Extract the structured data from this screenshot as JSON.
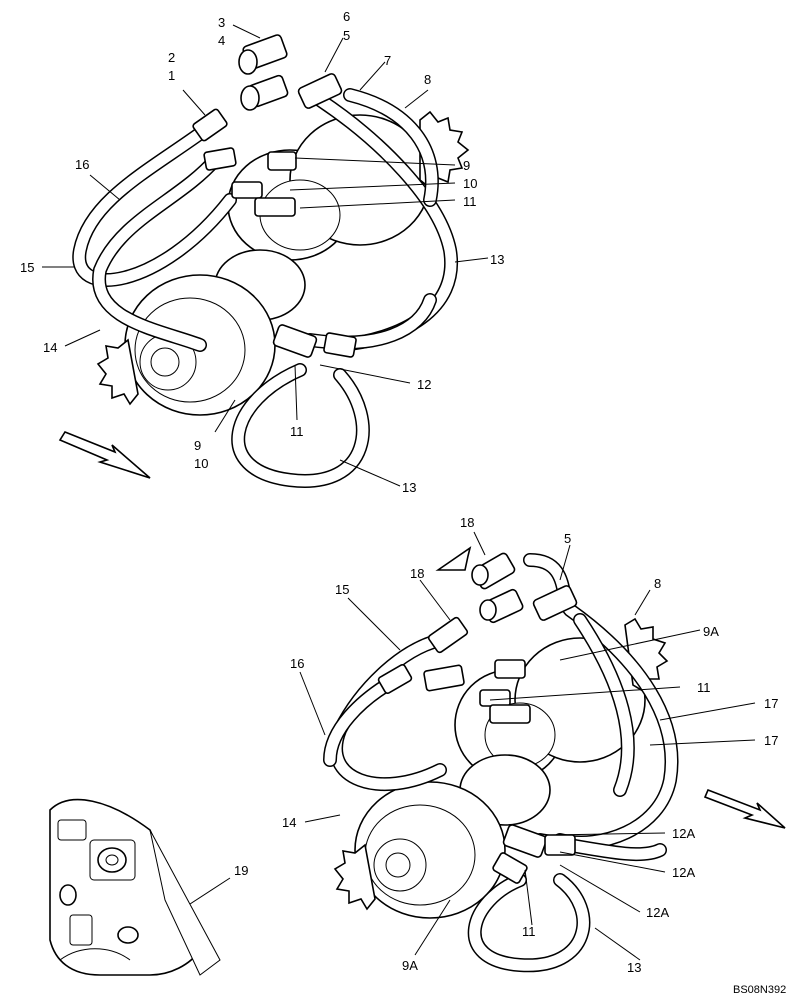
{
  "callouts": {
    "c1": "1",
    "c2": "2",
    "c3": "3",
    "c4": "4",
    "c5": "5",
    "c6": "6",
    "c7": "7",
    "c8": "8",
    "c9": "9",
    "c10": "10",
    "c11": "11",
    "c12": "12",
    "c12a": "12A",
    "c13": "13",
    "c14": "14",
    "c15": "15",
    "c16": "16",
    "c17": "17",
    "c18": "18",
    "c19": "19",
    "c9a": "9A"
  },
  "drawing_code": "BS08N392"
}
